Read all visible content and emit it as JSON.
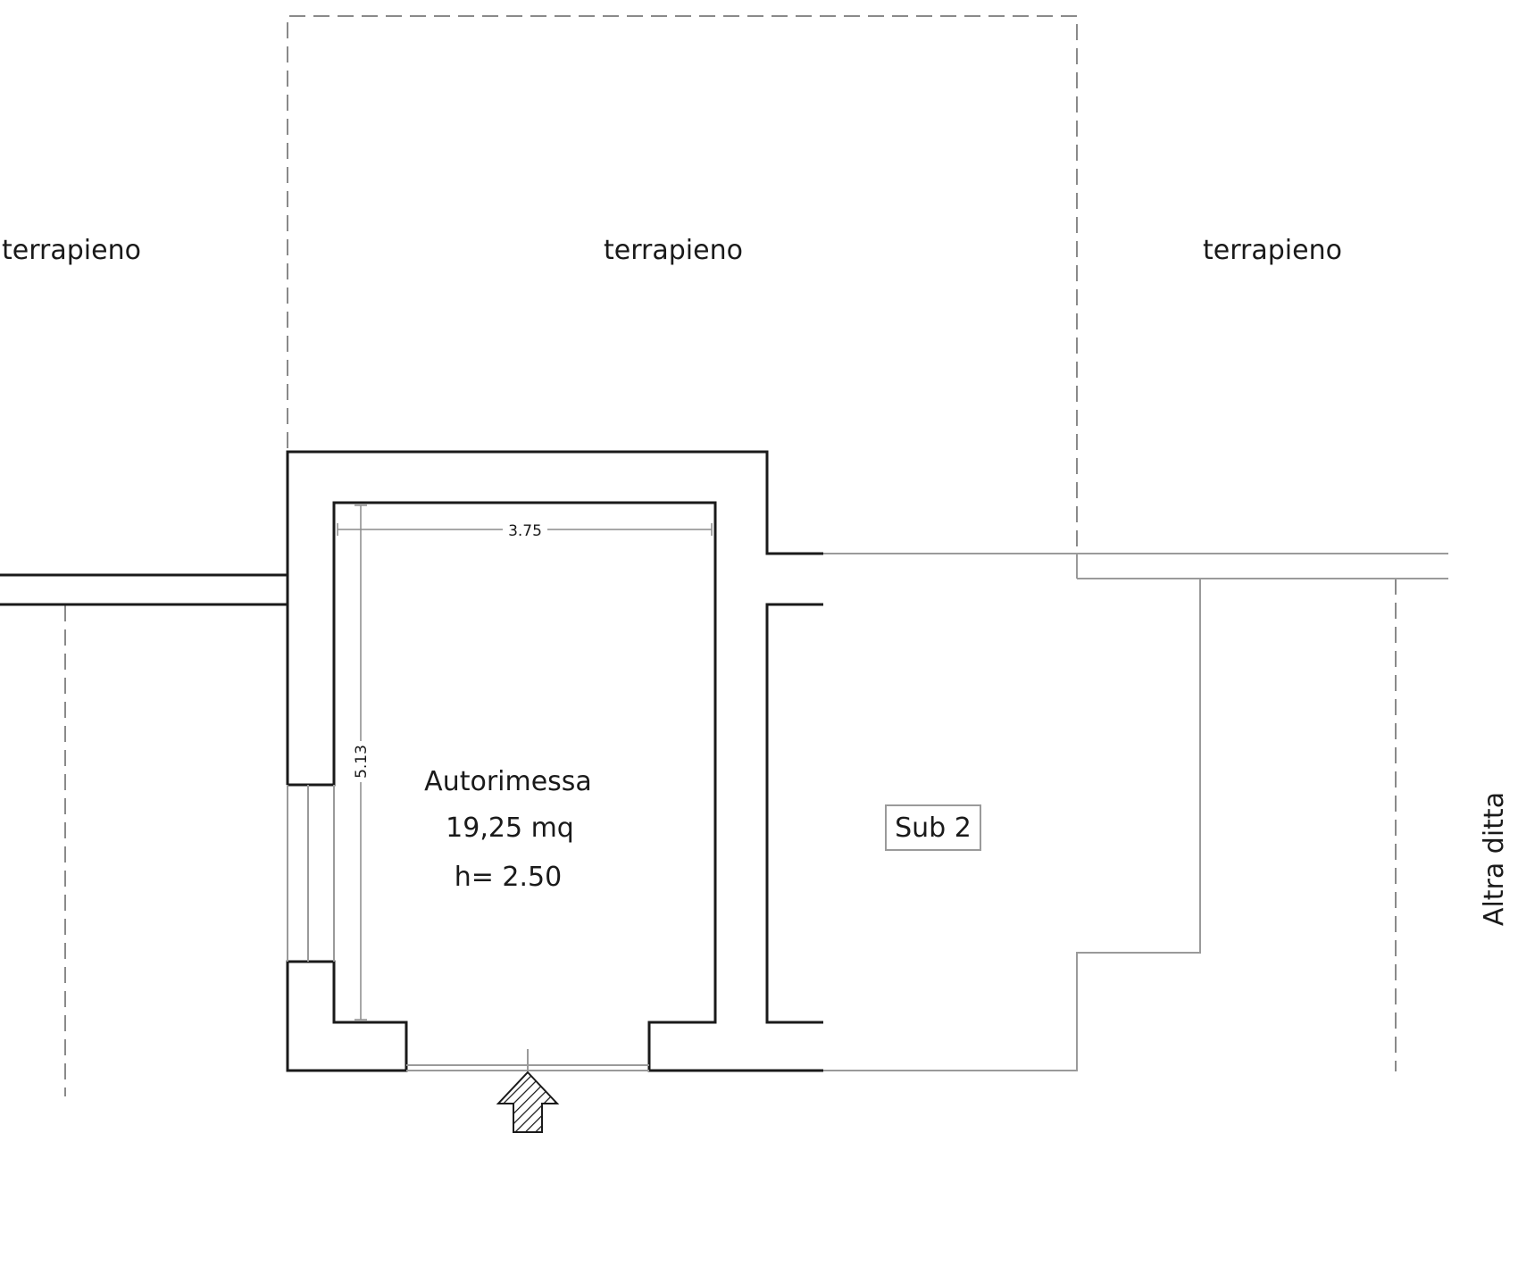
{
  "drawing": {
    "terrain_label_left": "terrapieno",
    "terrain_label_center": "terrapieno",
    "terrain_label_right": "terrapieno",
    "room": {
      "name": "Autorimessa",
      "area": "19,25 mq",
      "height": "h= 2.50"
    },
    "dimension_width": "3.75",
    "dimension_depth": "5.13",
    "unit_label": "Sub 2",
    "neighbor_label": "Altra ditta",
    "entrance_arrow_icon": "hatched-up-arrow-icon",
    "colors": {
      "line": "#1a1a1a",
      "thin_line": "#9a9a9a",
      "background": "#ffffff"
    }
  }
}
